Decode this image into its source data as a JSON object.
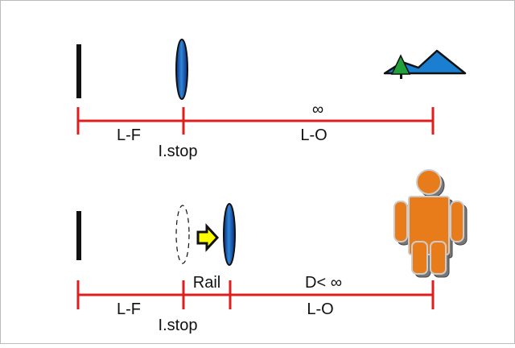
{
  "top": {
    "labels": {
      "lf": "L-F",
      "istop": "I.stop",
      "lo": "L-O",
      "distance": "∞"
    }
  },
  "bottom": {
    "labels": {
      "lf": "L-F",
      "istop": "I.stop",
      "lo": "L-O",
      "rail": "Rail",
      "distance": "D< ∞"
    }
  },
  "colors": {
    "axis": "#e01e1e",
    "lens": "#1a5fb4",
    "arrow": "#ffff00",
    "person": "#e87c1a",
    "mountain": "#1a7fd0",
    "tree": "#22a03a"
  }
}
